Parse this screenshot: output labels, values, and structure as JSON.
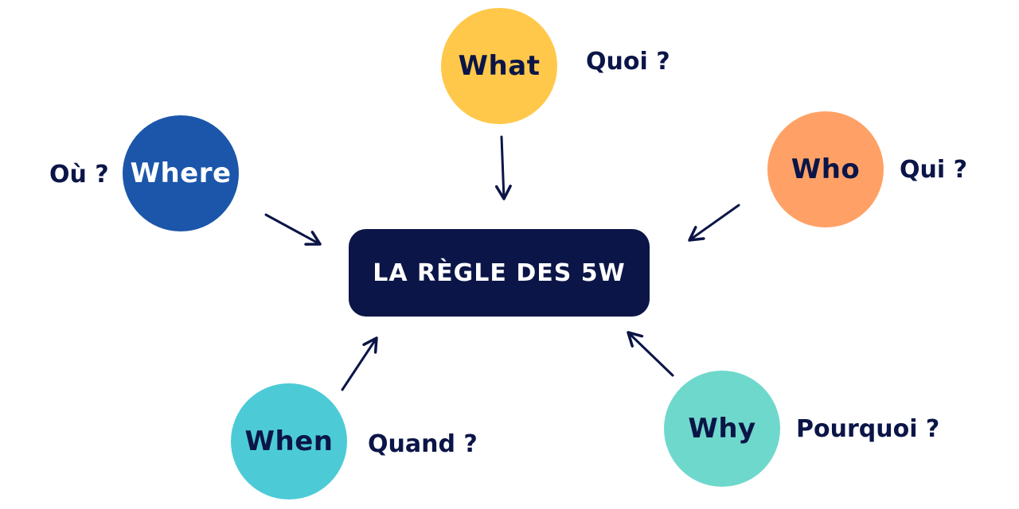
{
  "center": {
    "title": "LA RÈGLE DES 5W"
  },
  "nodes": {
    "what": {
      "label": "What",
      "translation": "Quoi ?",
      "color": "#ffc84a",
      "text_color": "#0b1547"
    },
    "who": {
      "label": "Who",
      "translation": "Qui ?",
      "color": "#ffa166",
      "text_color": "#0b1547"
    },
    "where": {
      "label": "Where",
      "translation": "Où ?",
      "color": "#1b56aa",
      "text_color": "#ffffff"
    },
    "when": {
      "label": "When",
      "translation": "Quand ?",
      "color": "#4ccbd6",
      "text_color": "#0b1547"
    },
    "why": {
      "label": "Why",
      "translation": "Pourquoi ?",
      "color": "#6fd8cc",
      "text_color": "#0b1547"
    }
  },
  "colors": {
    "navy": "#0b1547",
    "background": "#ffffff"
  }
}
